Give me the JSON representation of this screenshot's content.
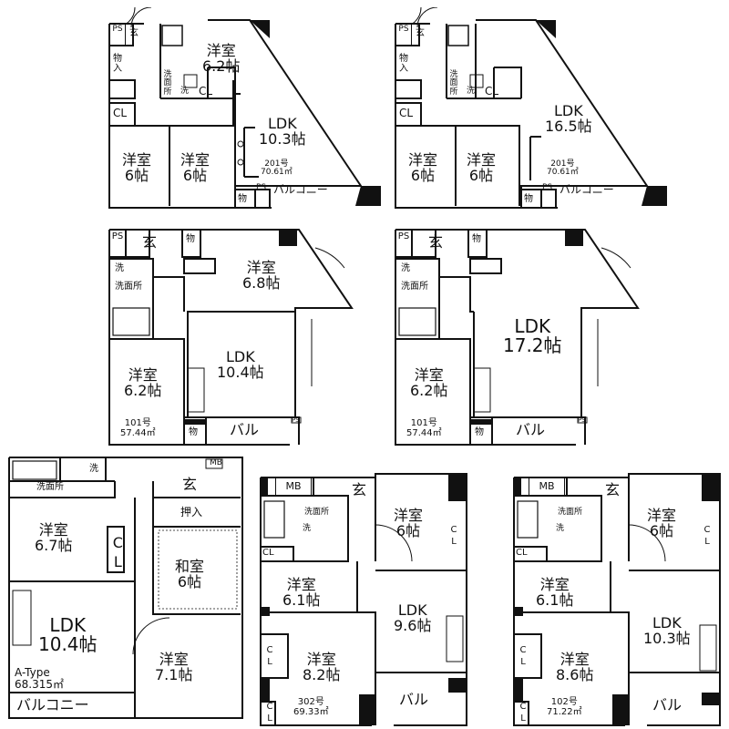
{
  "plan1": {
    "ps": "PS",
    "genkan": "玄",
    "storage": "物入",
    "cl1": "CL",
    "cl2": "CL",
    "senmen": "洗面所",
    "sen": "洗",
    "room_a": "洋室",
    "room_a_size": "6.2帖",
    "ldk": "LDK",
    "ldk_size": "10.3帖",
    "room_b": "洋室",
    "room_b_size": "6帖",
    "room_c": "洋室",
    "room_c_size": "6帖",
    "unit": "201号",
    "area": "70.61㎡",
    "mono": "物",
    "ps2": "PS",
    "balcony": "バルコニー"
  },
  "plan2": {
    "ps": "PS",
    "genkan": "玄",
    "storage": "物入",
    "cl1": "CL",
    "cl2": "CL",
    "senmen": "洗面所",
    "sen": "洗",
    "ldk": "LDK",
    "ldk_size": "16.5帖",
    "room_b": "洋室",
    "room_b_size": "6帖",
    "room_c": "洋室",
    "room_c_size": "6帖",
    "unit": "201号",
    "area": "70.61㎡",
    "mono": "物",
    "ps2": "PS",
    "balcony": "バルコニー"
  },
  "plan3": {
    "ps": "PS",
    "genkan": "玄",
    "mono": "物",
    "sen": "洗",
    "senmen": "洗面所",
    "room_a": "洋室",
    "room_a_size": "6.8帖",
    "ldk": "LDK",
    "ldk_size": "10.4帖",
    "room_b": "洋室",
    "room_b_size": "6.2帖",
    "unit": "101号",
    "area": "57.44㎡",
    "mono2": "物",
    "bal": "バル",
    "ps_small": "PS"
  },
  "plan4": {
    "ps": "PS",
    "genkan": "玄",
    "mono": "物",
    "sen": "洗",
    "senmen": "洗面所",
    "ldk": "LDK",
    "ldk_size": "17.2帖",
    "room_b": "洋室",
    "room_b_size": "6.2帖",
    "unit": "101号",
    "area": "57.44㎡",
    "mono2": "物",
    "bal": "バル",
    "ps_small": "PS"
  },
  "plan5": {
    "sen": "洗",
    "senmen": "洗面所",
    "genkan": "玄",
    "mb": "MB",
    "oshiire": "押入",
    "room_a": "洋室",
    "room_a_size": "6.7帖",
    "cl": "CL",
    "washitsu": "和室",
    "washitsu_size": "6帖",
    "ldk": "LDK",
    "ldk_size": "10.4帖",
    "type": "A-Type",
    "area": "68.315㎡",
    "room_b": "洋室",
    "room_b_size": "7.1帖",
    "balcony": "バルコニー"
  },
  "plan6": {
    "mb": "MB",
    "genkan": "玄",
    "senmen": "洗面所",
    "sen": "洗",
    "cl1": "CL",
    "room_a": "洋室",
    "room_a_size": "6帖",
    "cl2": "CL",
    "room_b": "洋室",
    "room_b_size": "6.1帖",
    "ldk": "LDK",
    "ldk_size": "9.6帖",
    "cl3": "CL",
    "room_c": "洋室",
    "room_c_size": "8.2帖",
    "cl4": "CL",
    "unit": "302号",
    "area": "69.33㎡",
    "bal": "バル"
  },
  "plan7": {
    "mb": "MB",
    "genkan": "玄",
    "senmen": "洗面所",
    "sen": "洗",
    "cl1": "CL",
    "room_a": "洋室",
    "room_a_size": "6帖",
    "cl2": "CL",
    "room_b": "洋室",
    "room_b_size": "6.1帖",
    "ldk": "LDK",
    "ldk_size": "10.3帖",
    "cl3": "CL",
    "room_c": "洋室",
    "room_c_size": "8.6帖",
    "cl4": "CL",
    "unit": "102号",
    "area": "71.22㎡",
    "bal": "バル"
  }
}
